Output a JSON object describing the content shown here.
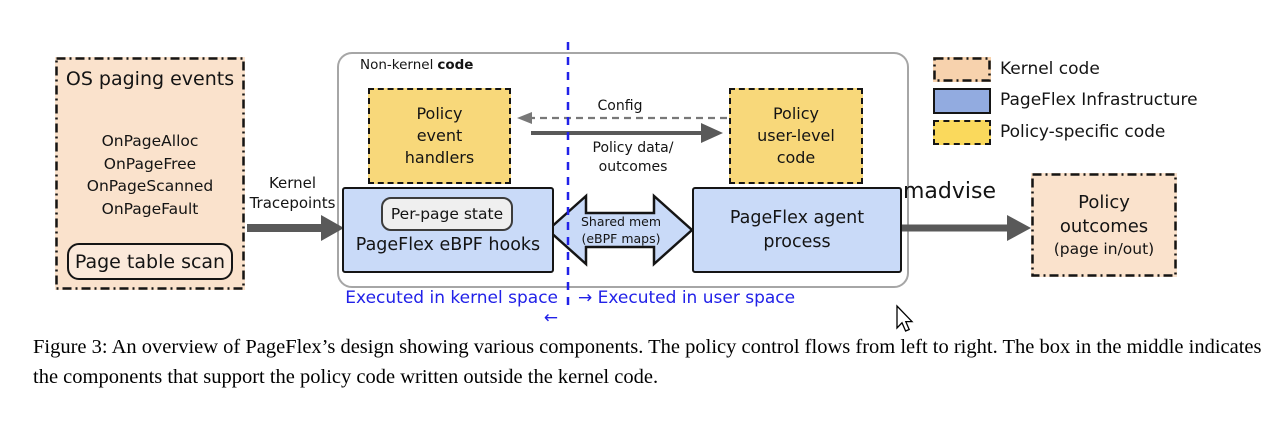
{
  "left_box": {
    "title": "OS paging events",
    "events": [
      "OnPageAlloc",
      "OnPageFree",
      "OnPageScanned",
      "OnPageFault"
    ],
    "footer": "Page table scan"
  },
  "labels": {
    "kernel_tracepoints": "Kernel\nTracepoints",
    "config": "Config",
    "policy_data": "Policy data/\noutcomes",
    "madvise": "madvise"
  },
  "container": {
    "label_prefix": "Non-kernel",
    "label_bold": "code",
    "policy_event_handlers": "Policy\nevent\nhandlers",
    "policy_user_level": "Policy\nuser-level\ncode",
    "ebpf_hooks": {
      "per_page_state": "Per-page state",
      "label": "PageFlex eBPF hooks"
    },
    "shared_mem": "Shared mem\n(eBPF maps)",
    "agent_process": "PageFlex agent\nprocess"
  },
  "right_box": {
    "title": "Policy\noutcomes",
    "subtitle": "(page in/out)"
  },
  "legend": {
    "items": [
      {
        "label": "Kernel code",
        "style": "kernel-dashdot-peach"
      },
      {
        "label": "PageFlex Infrastructure",
        "style": "solid-blue"
      },
      {
        "label": "Policy-specific code",
        "style": "dashed-yellow"
      }
    ]
  },
  "executed": {
    "kernel": "Executed in kernel space ←",
    "user": "→ Executed in user space"
  },
  "caption": "Figure 3: An overview of PageFlex’s design showing various components. The policy control flows from left to right. The box in the middle indicates the components that support the policy code written outside the kernel code.",
  "colors": {
    "kernel_fill": "#FAE2CC",
    "kernel_legend_fill": "#F7D2AD",
    "infrastructure_fill": "#C9DAF8",
    "infrastructure_legend_fill": "#92ABE0",
    "policy_fill": "#F8D87A",
    "policy_legend_fill": "#FAD95C",
    "blue_accent_text": "#2121E8",
    "arrow_gray": "#595959",
    "container_border": "#A6A6A6"
  }
}
